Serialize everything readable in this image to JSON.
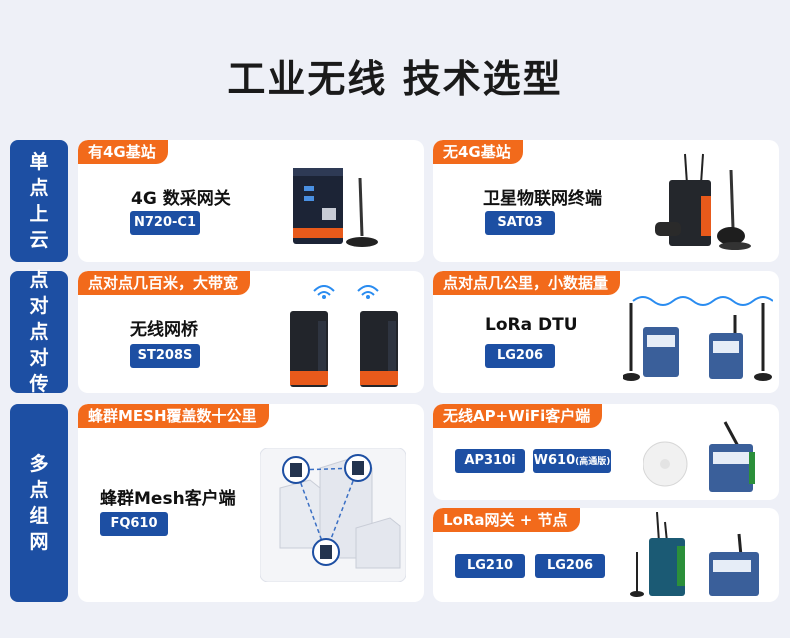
{
  "title": "工业无线 技术选型",
  "side_labels": [
    {
      "chars": [
        "单",
        "点",
        "上",
        "云"
      ]
    },
    {
      "chars": [
        "点",
        "对",
        "点",
        "对",
        "传"
      ]
    },
    {
      "chars": [
        "多",
        "点",
        "组",
        "网"
      ]
    }
  ],
  "cards": {
    "c1": {
      "tag": "有4G基站",
      "name": "4G 数采网关",
      "model": "N720-C1"
    },
    "c2": {
      "tag": "无4G基站",
      "name": "卫星物联网终端",
      "model": "SAT03"
    },
    "c3": {
      "tag": "点对点几百米，大带宽",
      "name": "无线网桥",
      "model": "ST208S"
    },
    "c4": {
      "tag": "点对点几公里，小数据量",
      "name": "LoRa DTU",
      "model": "LG206"
    },
    "c5": {
      "tag": "蜂群MESH覆盖数十公里",
      "name": "蜂群Mesh客户端",
      "model": "FQ610"
    },
    "c6": {
      "tag": "无线AP+WiFi客户端",
      "models": [
        "AP310i",
        "W610"
      ],
      "model2_sub": "(高通版)"
    },
    "c7": {
      "tag": "LoRa网关 + 节点",
      "models": [
        "LG210",
        "LG206"
      ]
    }
  },
  "colors": {
    "brand_blue": "#1d4fa3",
    "accent_orange": "#f26a1b",
    "background": "#eef0f7"
  }
}
